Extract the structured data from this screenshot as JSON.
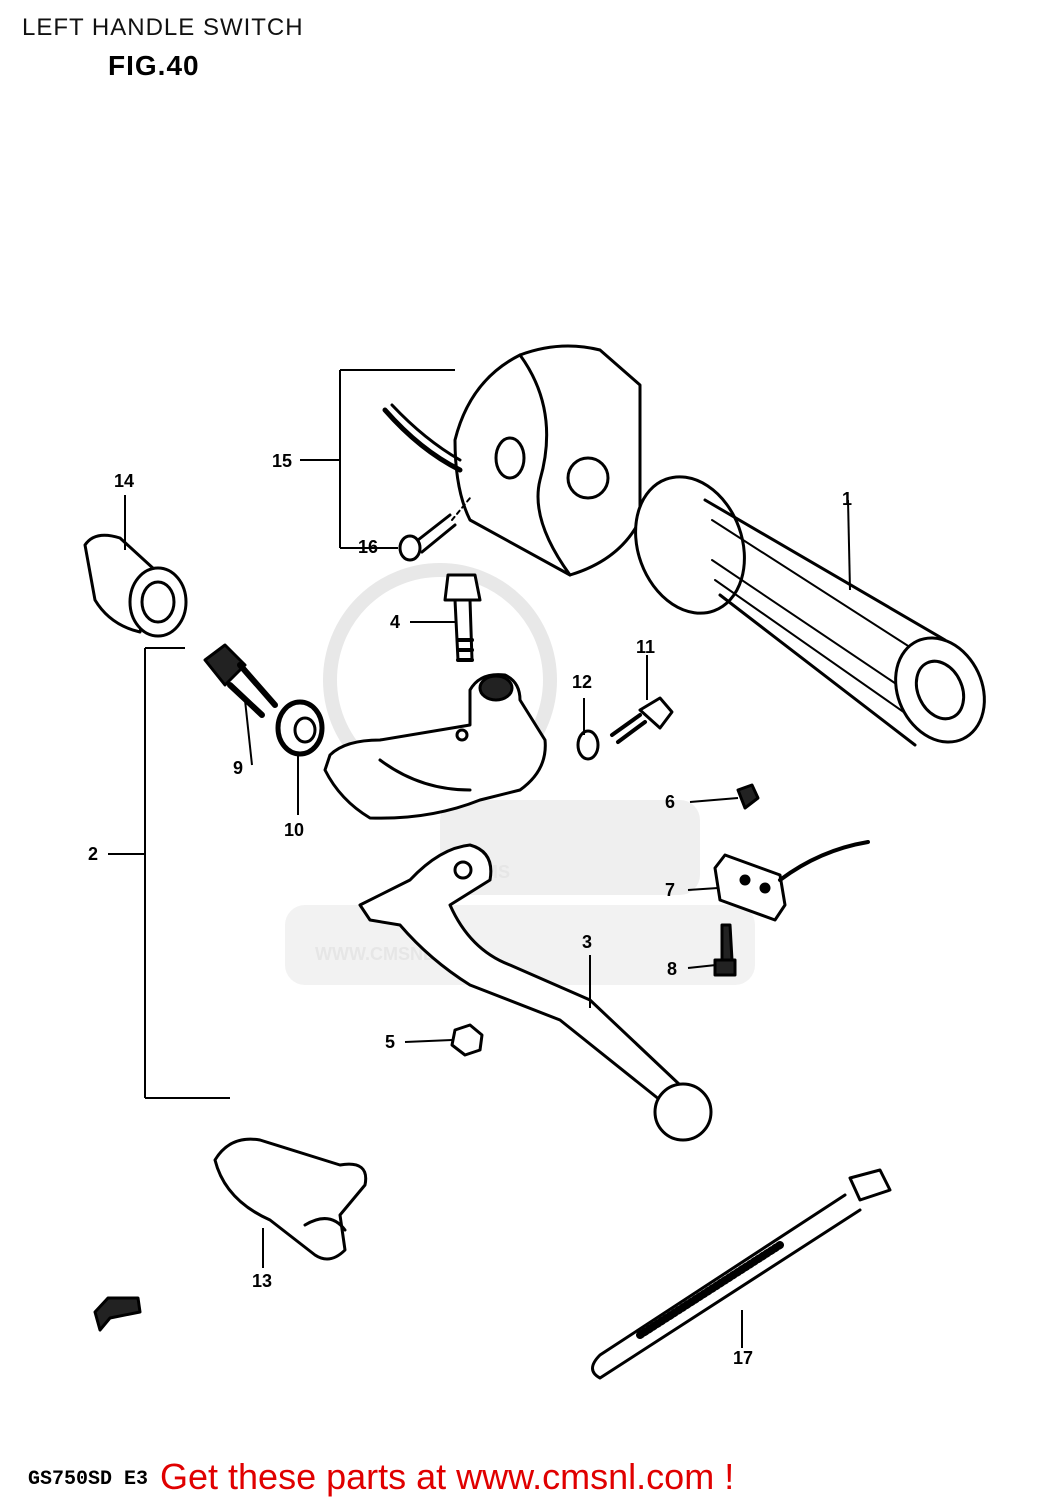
{
  "title": "LEFT HANDLE SWITCH",
  "figure_label": "FIG.40",
  "model_code": "GS750SD  E3",
  "footer_link": "Get these parts at www.cmsnl.com !",
  "watermark": {
    "brand": "CMS",
    "url": "WWW.CMSNL.COM"
  },
  "callouts": [
    "1",
    "2",
    "3",
    "4",
    "5",
    "6",
    "7",
    "8",
    "9",
    "10",
    "11",
    "12",
    "13",
    "14",
    "15",
    "16",
    "17"
  ],
  "colors": {
    "footer": "#e00000",
    "watermark": "#e6e6e6",
    "line": "#000000"
  }
}
